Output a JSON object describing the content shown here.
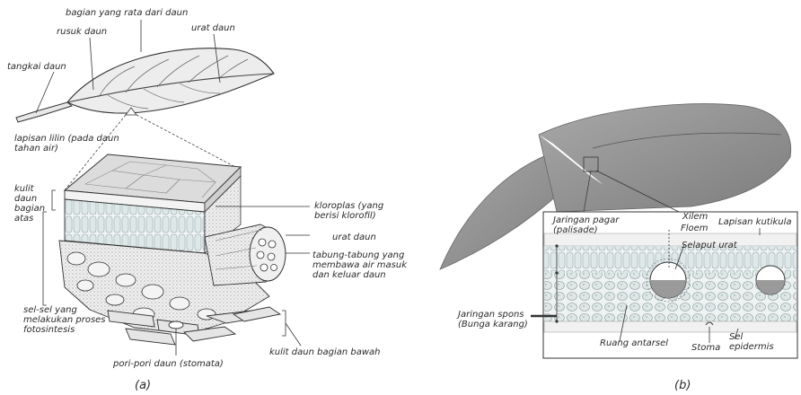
{
  "figure_a": {
    "caption": "(a)",
    "labels": {
      "flat_part": "bagian yang rata dari daun",
      "midrib": "rusuk daun",
      "vein_top": "urat daun",
      "petiole": "tangkai daun",
      "wax_layer": "lapisan lilin (pada daun\ntahan air)",
      "upper_epidermis": "kulit\ndaun\nbagian\natas",
      "chloroplast": "kloroplas (yang\nberisi klorofil)",
      "vein_side": "urat daun",
      "tubes": "tabung-tabung yang\nmembawa air masuk\ndan keluar daun",
      "photosynthesis_cells": "sel-sel yang\nmelakukan proses\nfotosintesis",
      "stomata": "pori-pori daun (stomata)",
      "lower_epidermis": "kulit daun bagian bawah"
    }
  },
  "figure_b": {
    "caption": "(b)",
    "labels": {
      "palisade": "Jaringan pagar\n(palisade)",
      "xylem": "Xilem",
      "phloem": "Floem",
      "cuticle": "Lapisan kutikula",
      "vein_sheath": "Selaput urat",
      "spongy": "Jaringan spons\n(Bunga karang)",
      "air_space": "Ruang antarsel",
      "stoma": "Stoma",
      "epidermis": "Sel\nepidermis"
    }
  },
  "colors": {
    "leaf_gray": "#8f8f8f",
    "line": "#333333",
    "cell_fill": "#e9e9e9"
  }
}
